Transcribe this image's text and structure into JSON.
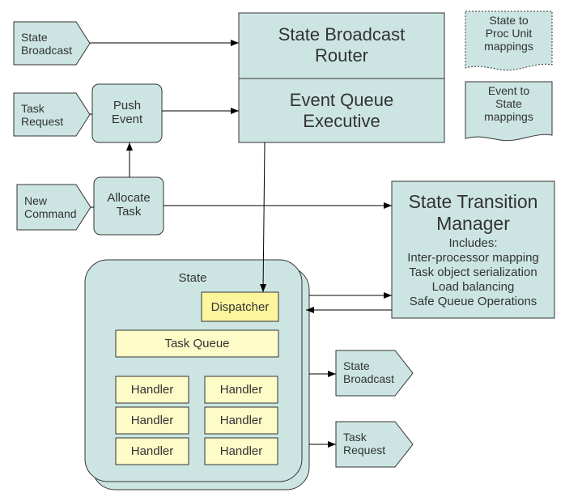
{
  "diagram": {
    "inputs": {
      "state_broadcast": "State\nBroadcast",
      "task_request": "Task\nRequest",
      "new_command": "New\nCommand"
    },
    "process": {
      "push_event": "Push\nEvent",
      "allocate_task": "Allocate\nTask"
    },
    "router": {
      "state_broadcast_router": "State Broadcast\nRouter",
      "event_queue_executive": "Event Queue\nExecutive"
    },
    "documents": {
      "state_to_proc": "State to\nProc Unit\nmappings",
      "event_to_state": "Event to\nState\nmappings"
    },
    "manager": {
      "title": "State Transition\nManager",
      "includes_heading": "Includes:",
      "items": [
        "Inter-processor mapping",
        "Task object serialization",
        "Load balancing",
        "Safe Queue Operations"
      ]
    },
    "state": {
      "title": "State",
      "dispatcher": "Dispatcher",
      "task_queue": "Task Queue",
      "handlers": [
        "Handler",
        "Handler",
        "Handler",
        "Handler",
        "Handler",
        "Handler"
      ]
    },
    "outputs": {
      "state_broadcast": "State\nBroadcast",
      "task_request": "Task\nRequest"
    },
    "colors": {
      "box_fill": "#cce5e3",
      "box_stroke": "#333333",
      "handler_fill": "#fdfbc8",
      "dispatcher_fill": "#fcf59d",
      "text": "#333333"
    }
  }
}
